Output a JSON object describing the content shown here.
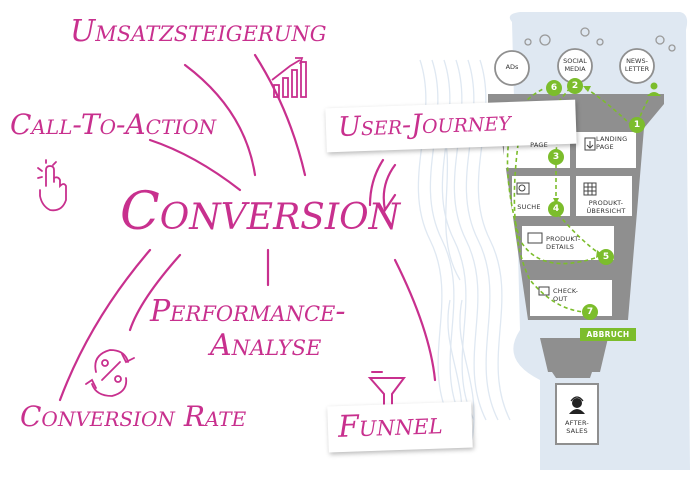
{
  "mindmap": {
    "center": "Conversion",
    "topics": {
      "umsatz": "Umsatzsteigerung",
      "cta": "Call-To-Action",
      "journey": "User-Journey",
      "performance_line1": "Performance-",
      "performance_line2": "Analyse",
      "rate": "Conversion Rate",
      "funnel": "Funnel"
    }
  },
  "funnel": {
    "sources": {
      "ads": "ADs",
      "social": "SOCIAL\nMEDIA",
      "newsletter": "NEWS-\nLETTER"
    },
    "stages": {
      "page": "PAGE",
      "landing": "LANDING\nPAGE",
      "suche": "SUCHE",
      "produktuebersicht": "PRODUKT-\nÜBERSICHT",
      "produktdetails": "PRODUKT-\nDETAILS",
      "checkout": "CHECK-\nOUT"
    },
    "abbruch": "ABBRUCH",
    "aftersales": "AFTER-\nSALES",
    "steps": [
      "1",
      "2",
      "3",
      "4",
      "5",
      "6",
      "7"
    ]
  },
  "colors": {
    "accent": "#c8308e",
    "green": "#7cbd2c",
    "funnel_grey": "#8f8f8f",
    "background_blue": "#dfe8f2"
  },
  "icons": [
    "growth-chart-icon",
    "click-hand-icon",
    "percent-cycle-icon",
    "funnel-icon",
    "user-green-icon",
    "headset-user-icon"
  ]
}
